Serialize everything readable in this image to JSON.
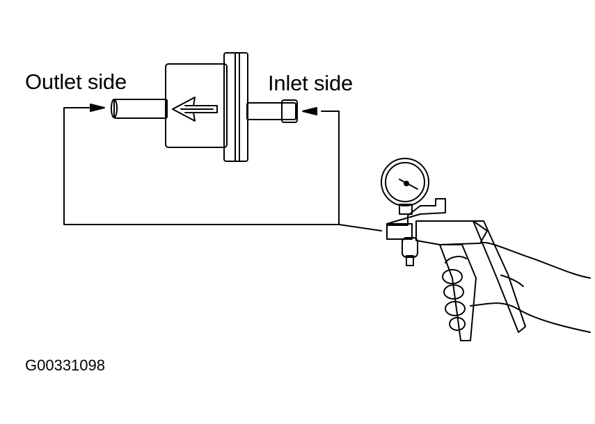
{
  "labels": {
    "outlet": "Outlet side",
    "inlet": "Inlet side"
  },
  "figure_code": "G00331098",
  "icons": {
    "filter": "fuel-filter-icon",
    "vacuum_pump": "hand-vacuum-pump-icon",
    "hand": "hand-icon",
    "gauge": "pressure-gauge-icon"
  }
}
